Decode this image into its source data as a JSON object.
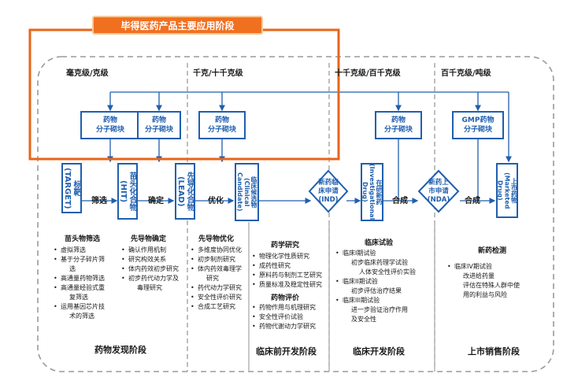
{
  "banner": "毕得医药产品主要应用阶段",
  "scales": [
    "毫克级/克级",
    "千克/十千克级",
    "十千克级/百千克级",
    "百千克级/吨级"
  ],
  "modules": {
    "m1": [
      "药物",
      "分子砌块"
    ],
    "m2": [
      "药物",
      "分子砌块"
    ],
    "m3": [
      "药物",
      "分子砌块"
    ],
    "m4": [
      "药物",
      "分子砌块"
    ],
    "m5": [
      "GMP药物",
      "分子砌块"
    ]
  },
  "process": {
    "target": "标靶(TARGET)",
    "hit": "苗头化合物(HIT)",
    "lead": "先导化合物(LEAD)",
    "candidate": "临床候选物(Clinical Candidate)",
    "ind": [
      "新药临",
      "床申请",
      "(IND)"
    ],
    "investigational": "在研新药(Investigational Drug)",
    "nda": [
      "新药上",
      "市申请",
      "(NDA)"
    ],
    "marketed": "上市药物(Marketed Drug)"
  },
  "arrow_labels": [
    "筛选",
    "确定",
    "优化",
    "合成",
    "合成"
  ],
  "columns": {
    "hit_screening": {
      "title": "苗头物筛选",
      "items": [
        {
          "t": "虚拟筛选",
          "s": 0
        },
        {
          "t": "基于分子碎片筛",
          "s": 0
        },
        {
          "t": "选",
          "s": 1
        },
        {
          "t": "高通量药物筛选",
          "s": 0
        },
        {
          "t": "高通量经验式重",
          "s": 0
        },
        {
          "t": "复筛选",
          "s": 1
        },
        {
          "t": "运用基因芯片技",
          "s": 0
        },
        {
          "t": "术的筛选",
          "s": 1
        }
      ]
    },
    "lead_confirm": {
      "title": "先导物确定",
      "items": [
        {
          "t": "确认作用机制",
          "s": 0
        },
        {
          "t": "研究构效关系",
          "s": 0
        },
        {
          "t": "体内药效初步研究",
          "s": 0
        },
        {
          "t": "初步药代动力学及",
          "s": 0
        },
        {
          "t": "毒理研究",
          "s": 1
        }
      ]
    },
    "lead_opt": {
      "title": "先导物优化",
      "items": [
        {
          "t": "多维度协同优化",
          "s": 0
        },
        {
          "t": "初步制剂研究",
          "s": 0
        },
        {
          "t": "体内药效毒理学",
          "s": 0
        },
        {
          "t": "研究",
          "s": 1
        },
        {
          "t": "药代动力学研究",
          "s": 0
        },
        {
          "t": "安全性评价研究",
          "s": 0
        },
        {
          "t": "合成工艺研究",
          "s": 0
        }
      ]
    },
    "pharma": {
      "title": "药学研究",
      "items": [
        {
          "t": "物理化学性质研究",
          "s": 0
        },
        {
          "t": "成药性研究",
          "s": 0
        },
        {
          "t": "原料药与制剂工艺研究",
          "s": 0
        },
        {
          "t": "质量标准及稳定性研究",
          "s": 0
        }
      ]
    },
    "drug_eval": {
      "title": "药物评价",
      "items": [
        {
          "t": "药物作用与机理研究",
          "s": 0
        },
        {
          "t": "安全性评价试验",
          "s": 0
        },
        {
          "t": "药物代谢动力学研究",
          "s": 0
        }
      ]
    },
    "clinical": {
      "title": "临床试验",
      "items": [
        {
          "t": "临床I期试验",
          "s": 0
        },
        {
          "t": "初步临床药理学试验",
          "s": 1
        },
        {
          "t": "人体安全性评价实验",
          "s": 2
        },
        {
          "t": "临床II期试验",
          "s": 0
        },
        {
          "t": "初步评估治疗结果",
          "s": 1
        },
        {
          "t": "临床III期试验",
          "s": 0
        },
        {
          "t": "进一步验证治疗作用",
          "s": 1
        },
        {
          "t": "及安全性",
          "s": 1
        }
      ]
    },
    "monitor": {
      "title": "新药检测",
      "items": [
        {
          "t": "临床IV期试验",
          "s": 0
        },
        {
          "t": "改进给药量",
          "s": 1
        },
        {
          "t": "评估在特殊人群中使",
          "s": 1
        },
        {
          "t": "用的利益与风险",
          "s": 1
        }
      ]
    }
  },
  "stages": [
    "药物发现阶段",
    "临床前开发阶段",
    "临床开发阶段",
    "上市销售阶段"
  ],
  "colors": {
    "accent": "#1f5fae",
    "banner": "#f07020",
    "banner_border": "#e8651a",
    "dash": "#999999"
  }
}
